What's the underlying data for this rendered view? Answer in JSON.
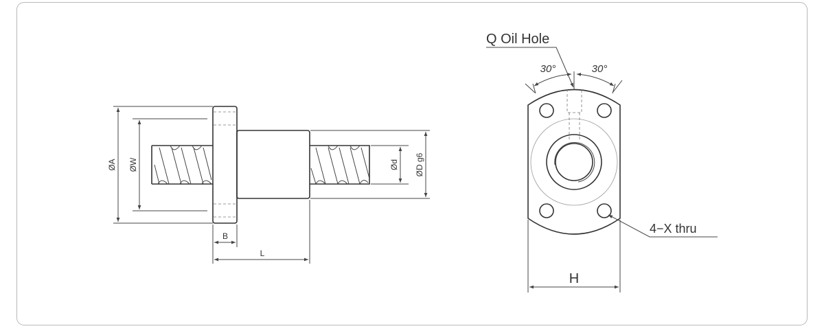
{
  "side_view": {
    "dim_A": "ØA",
    "dim_W": "ØW",
    "dim_d": "Ød",
    "dim_D": "ØD g6",
    "dim_B": "B",
    "dim_L": "L"
  },
  "end_view": {
    "oil_hole": "Q Oil Hole",
    "angle_left": "30°",
    "angle_right": "30°",
    "holes": "4−X  thru",
    "dim_H": "H"
  }
}
